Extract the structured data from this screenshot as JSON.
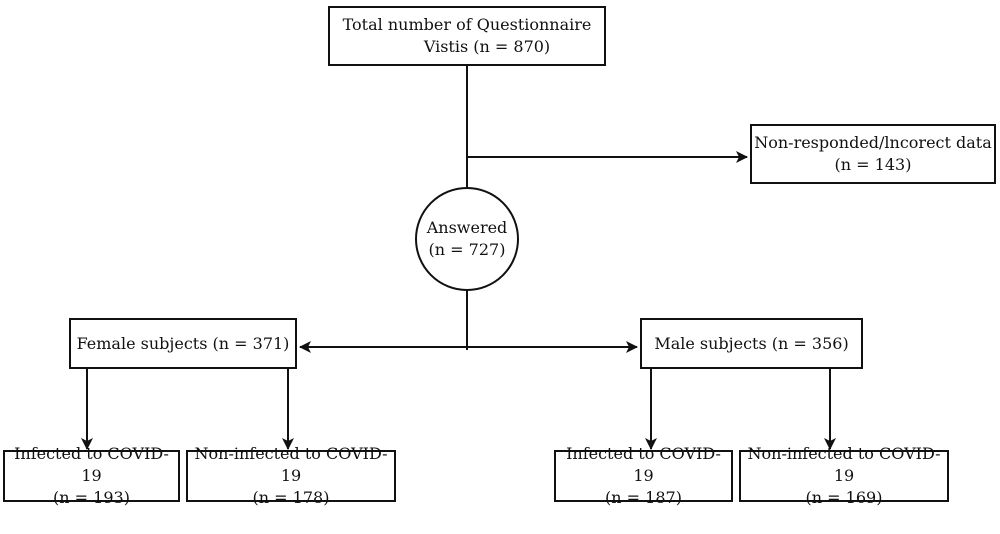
{
  "total": {
    "line1": "Total number of Questionnaire",
    "line2": "Vistis (n = 870)"
  },
  "excluded": {
    "line1": "Non-responded/lncorect data",
    "line2": "(n = 143)"
  },
  "answered": {
    "line1": "Answered",
    "line2": "(n = 727)"
  },
  "female": {
    "label": "Female subjects (n = 371)"
  },
  "male": {
    "label": "Male subjects (n = 356)"
  },
  "female_infected": {
    "line1": "Infected to COVID-19",
    "line2": "(n = 193)"
  },
  "female_noninfected": {
    "line1": "Non-infected to COVID-19",
    "line2": "(n = 178)"
  },
  "male_infected": {
    "line1": "Infected to COVID-19",
    "line2": "(n = 187)"
  },
  "male_noninfected": {
    "line1": "Non-infected to COVID-19",
    "line2": "(n = 169)"
  },
  "colors": {
    "line": "#111111",
    "background": "#ffffff"
  }
}
